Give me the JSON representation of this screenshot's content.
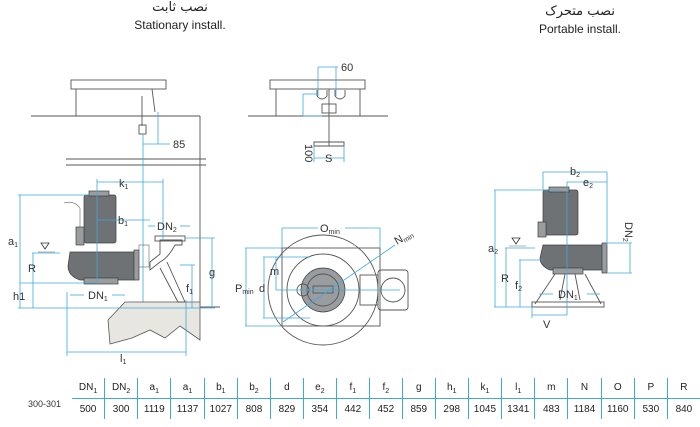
{
  "titles": {
    "stationary": {
      "fa": "نصب ثابت",
      "en": "Stationary install."
    },
    "portable": {
      "fa": "نصب متحرک",
      "en": "Portable install."
    }
  },
  "labels": {
    "stationary": {
      "dim_85": "85",
      "k1": "k",
      "k1_sub": "1",
      "b1": "b",
      "b1_sub": "1",
      "dn2": "DN",
      "dn2_sub": "2",
      "a1": "a",
      "a1_sub": "1",
      "r": "R",
      "g": "g",
      "f1": "f",
      "f1_sub": "1",
      "h1": "h1",
      "dn1": "DN",
      "dn1_sub": "1",
      "l1": "l",
      "l1_sub": "1"
    },
    "detail": {
      "dim_60": "60",
      "dim_100": "100",
      "s": "S"
    },
    "plan": {
      "o": "O",
      "o_sub": "min",
      "n": "N",
      "n_sub": "min",
      "p": "P",
      "p_sub": "min",
      "m": "m",
      "d": "d"
    },
    "portable": {
      "b2": "b",
      "b2_sub": "2",
      "e2": "e",
      "e2_sub": "2",
      "a2": "a",
      "a2_sub": "2",
      "r": "R",
      "f2": "f",
      "f2_sub": "2",
      "dn1": "DN",
      "dn1_sub": "1",
      "dn2": "DN",
      "dn2_sub": "2",
      "v": "V"
    }
  },
  "colors": {
    "dimension": "#3fa9dc",
    "pump": "#6f7275"
  },
  "table": {
    "model": "300-301",
    "headers": [
      {
        "main": "DN",
        "sub": "1"
      },
      {
        "main": "DN",
        "sub": "2"
      },
      {
        "main": "a",
        "sub": "1"
      },
      {
        "main": "a",
        "sub": "1"
      },
      {
        "main": "b",
        "sub": "1"
      },
      {
        "main": "b",
        "sub": "2"
      },
      {
        "main": "d",
        "sub": ""
      },
      {
        "main": "e",
        "sub": "2"
      },
      {
        "main": "f",
        "sub": "1"
      },
      {
        "main": "f",
        "sub": "2"
      },
      {
        "main": "g",
        "sub": ""
      },
      {
        "main": "h",
        "sub": "1"
      },
      {
        "main": "k",
        "sub": "1"
      },
      {
        "main": "l",
        "sub": "1"
      },
      {
        "main": "m",
        "sub": ""
      },
      {
        "main": "N",
        "sub": ""
      },
      {
        "main": "O",
        "sub": ""
      },
      {
        "main": "P",
        "sub": ""
      },
      {
        "main": "R",
        "sub": ""
      }
    ],
    "values": [
      "500",
      "300",
      "1119",
      "1137",
      "1027",
      "808",
      "829",
      "354",
      "442",
      "452",
      "859",
      "298",
      "1045",
      "1341",
      "483",
      "1184",
      "1160",
      "530",
      "840"
    ]
  }
}
